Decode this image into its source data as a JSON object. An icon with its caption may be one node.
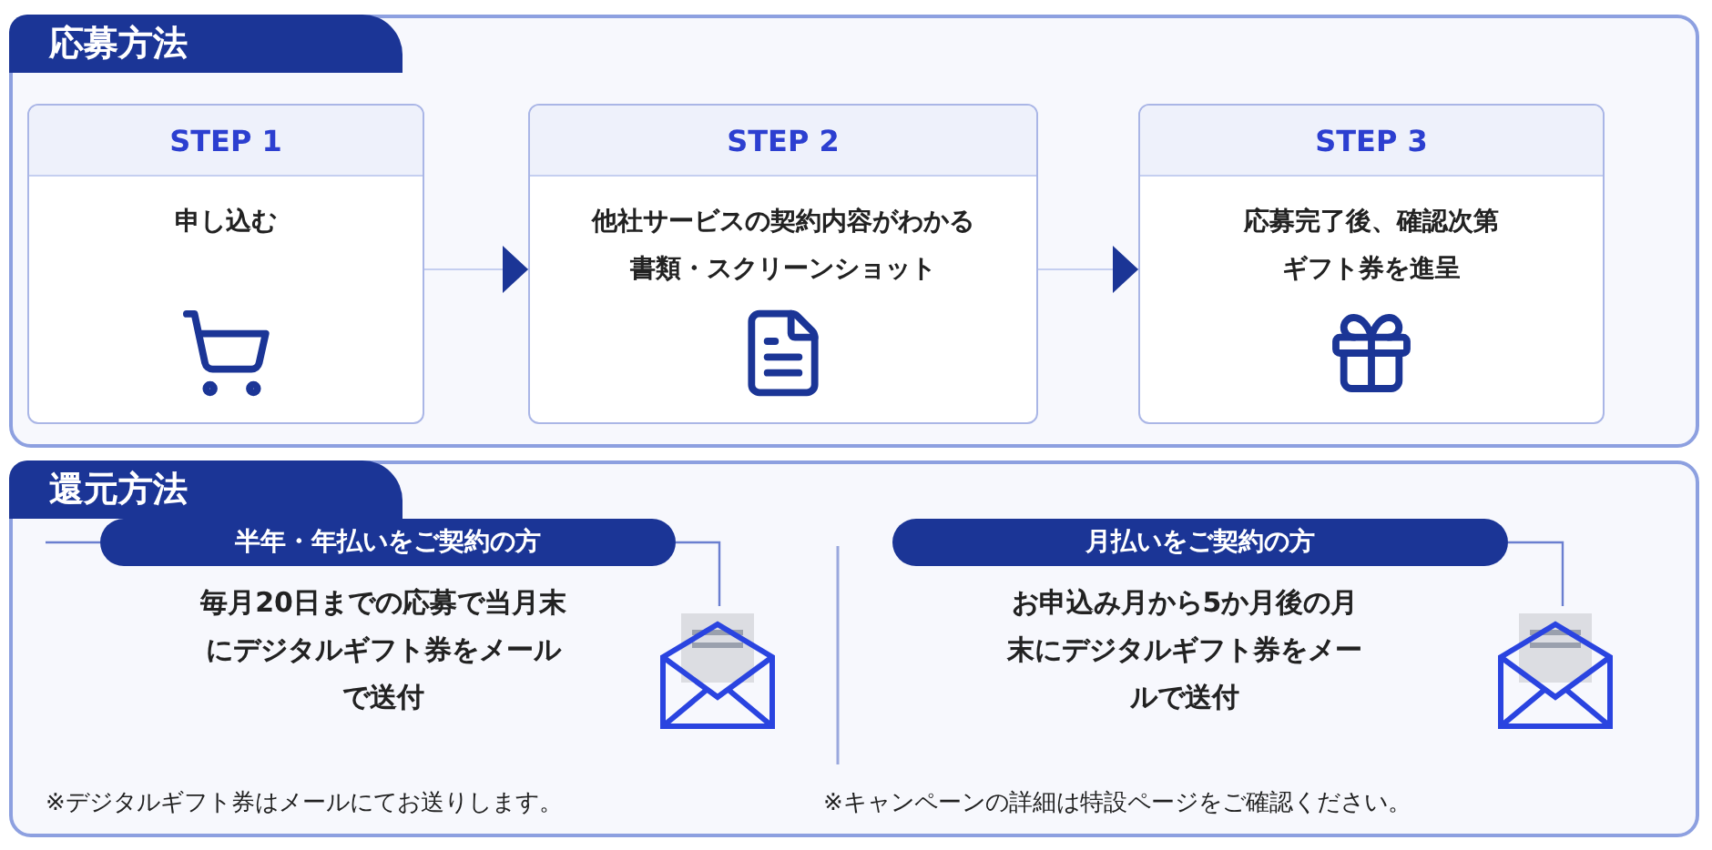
{
  "diagram": {
    "nodes": [
      {
        "text": [
          "応募方法"
        ]
      },
      {
        "text": [
          "STEP 1",
          "申し込む"
        ],
        "in": 0
      },
      {
        "text": [
          "STEP 2",
          "他社サービスの契約内容がわかる書類・スクリーンショット"
        ],
        "in": 0
      },
      {
        "text": [
          "STEP 3",
          "応募完了後、確認次第ギフト券を進呈"
        ],
        "in": 0
      },
      {
        "text": [
          "還元方法"
        ]
      },
      {
        "text": [
          "半年・年払いをご契約の方"
        ],
        "in": 4
      },
      {
        "text": [],
        "shape": "picture",
        "in": 4
      },
      {
        "text": [
          "月払いをご契約の方"
        ],
        "in": 4
      },
      {
        "text": [],
        "shape": "picture",
        "in": 4
      }
    ],
    "edges": [
      {
        "from": 1,
        "to": 2,
        "arrow": "to"
      },
      {
        "from": 2,
        "to": 3,
        "arrow": "to"
      },
      {
        "from": 5,
        "to": 6,
        "arrow": "none"
      },
      {
        "from": 7,
        "to": 8,
        "arrow": "none"
      }
    ],
    "labels": [
      "毎月20日までの応募で当月末にデジタルギフト券をメールで送付",
      "お申込み月から5か月後の月末にデジタルギフト券をメールで送付",
      "※デジタルギフト券はメールにてお送りします。",
      "※キャンペーンの詳細は特設ページをご確認ください。"
    ]
  }
}
